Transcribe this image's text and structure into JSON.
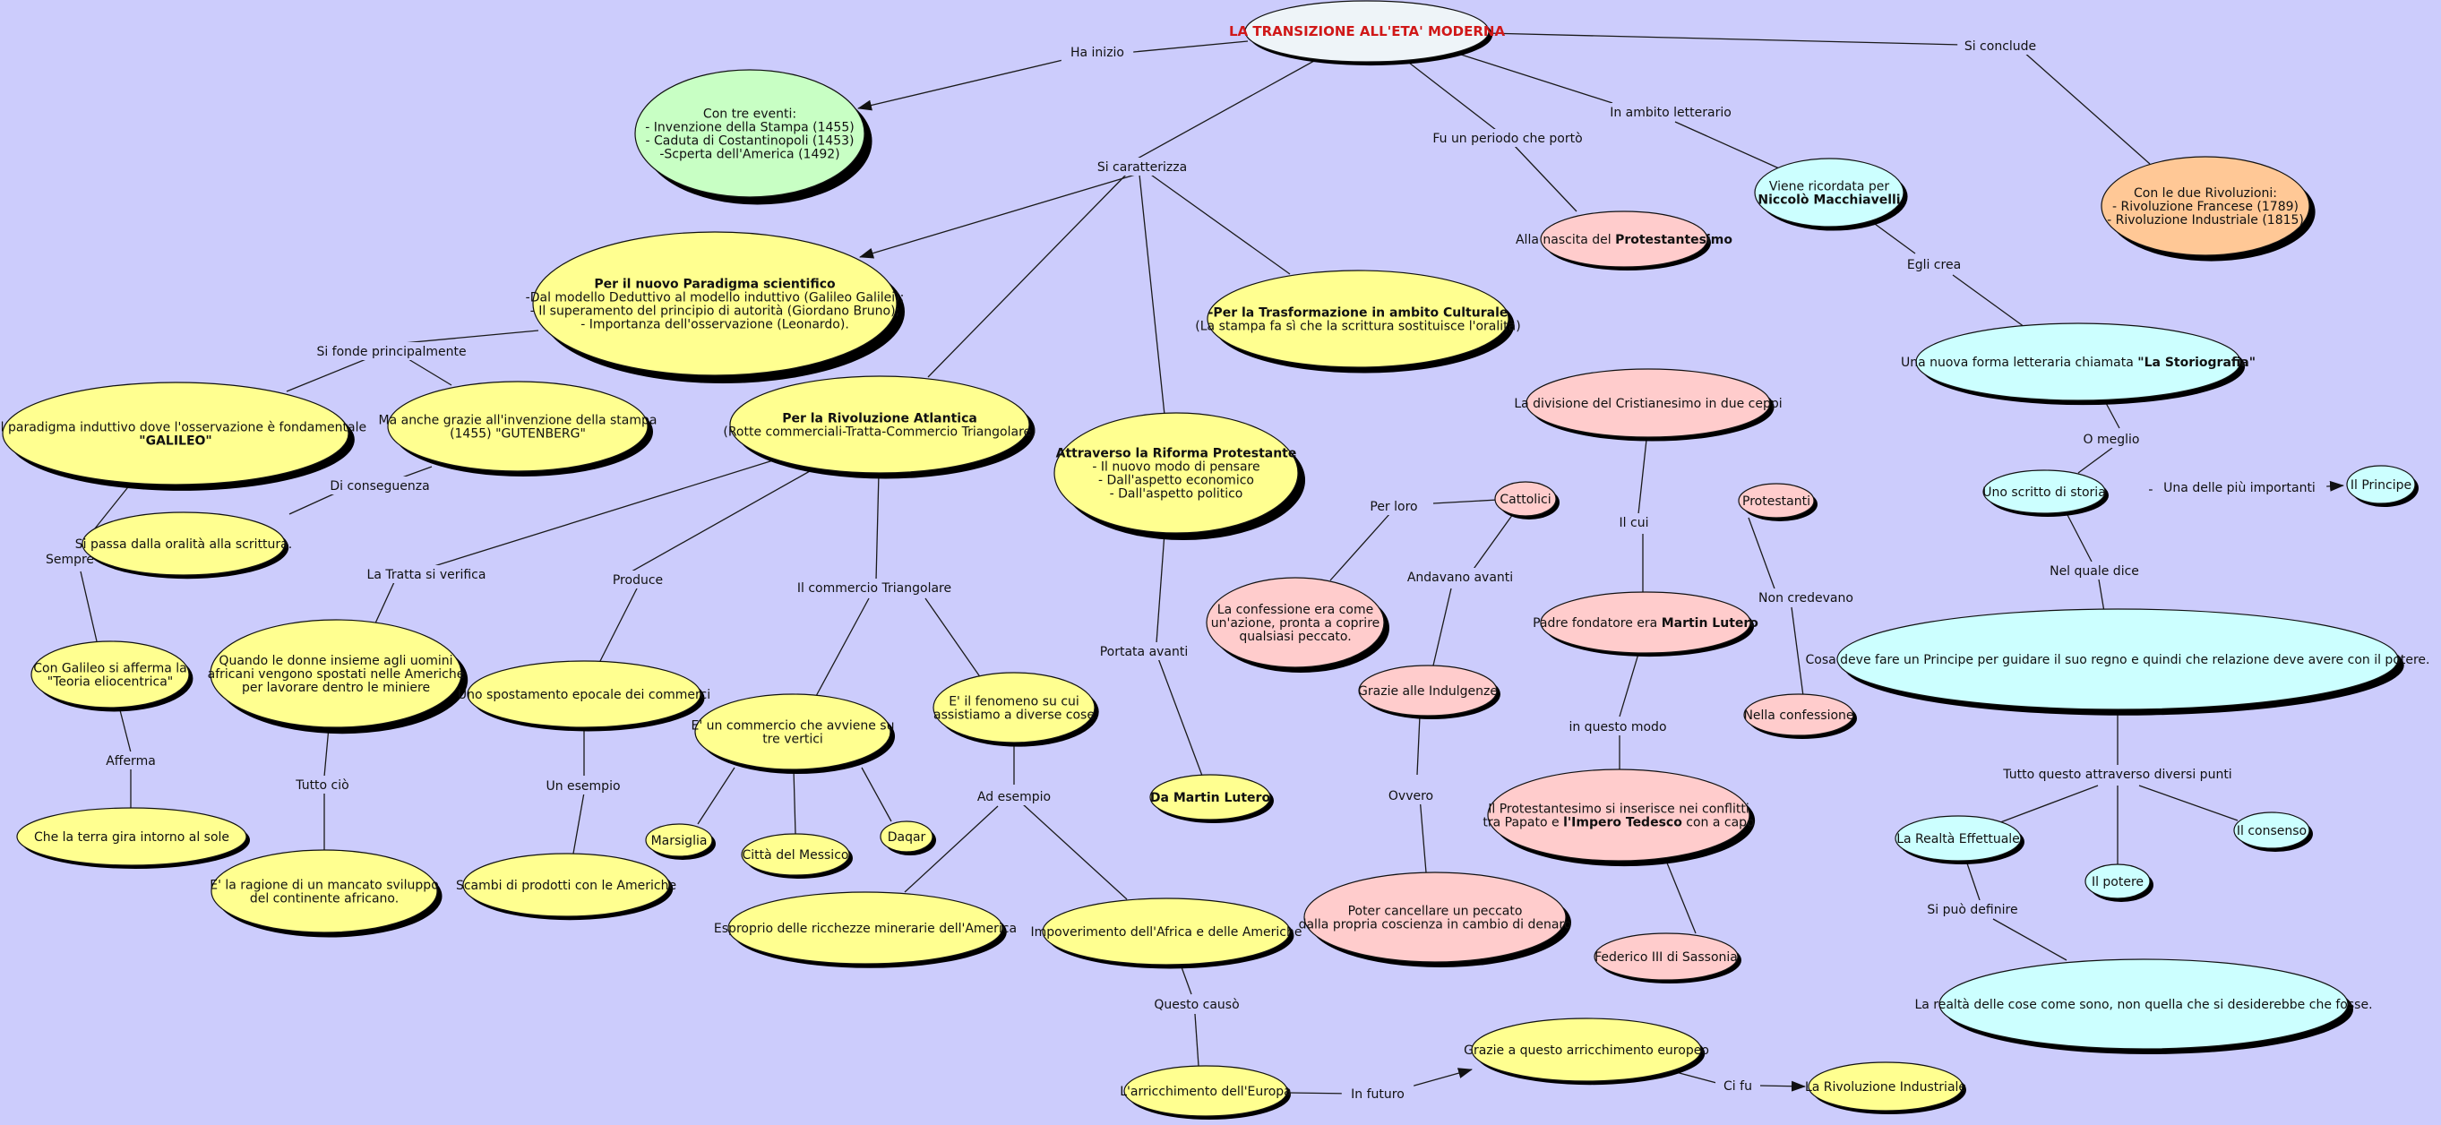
{
  "colors": {
    "background": "#ccccfc",
    "white": "#eef4f8",
    "green": "#c8ffc4",
    "orange": "#ffc896",
    "yellow": "#ffff90",
    "pink": "#ffcccc",
    "cyan": "#ccffff",
    "title": "#d01818"
  },
  "nodes": {
    "title": {
      "color": "white",
      "lines": [
        [
          {
            "t": "LA TRANSIZIONE ALL'ETA' MODERNA",
            "title": true
          }
        ]
      ]
    },
    "tre_eventi": {
      "color": "green",
      "lines": [
        [
          {
            "t": "Con tre eventi:"
          }
        ],
        [
          {
            "t": "- Invenzione della Stampa (1455)"
          }
        ],
        [
          {
            "t": "- Caduta di Costantinopoli (1453)"
          }
        ],
        [
          {
            "t": "-Scperta dell'America (1492)"
          }
        ]
      ]
    },
    "rivoluzioni": {
      "color": "orange",
      "lines": [
        [
          {
            "t": "Con le due Rivoluzioni:"
          }
        ],
        [
          {
            "t": "- Rivoluzione Francese (1789)"
          }
        ],
        [
          {
            "t": "- Rivoluzione Industriale (1815)"
          }
        ]
      ]
    },
    "paradigma": {
      "color": "yellow",
      "lines": [
        [
          {
            "t": "Per il nuovo Paradigma scientifico",
            "b": true
          }
        ],
        [
          {
            "t": "-Dal modello Deduttivo al modello induttivo (Galileo Galilei);"
          }
        ],
        [
          {
            "t": "- Il superamento del principio di autorità (Giordano Bruno);"
          }
        ],
        [
          {
            "t": "- Importanza dell'osservazione (Leonardo)."
          }
        ]
      ]
    },
    "trasformazione": {
      "color": "yellow",
      "lines": [
        [
          {
            "t": "-Per la Trasformazione in ambito Culturale",
            "b": true
          }
        ],
        [
          {
            "t": "(La stampa fa sì che la scrittura sostituisce l'oralità)"
          }
        ]
      ]
    },
    "protestantesimo": {
      "color": "pink",
      "lines": [
        [
          {
            "t": "Alla nascita del "
          },
          {
            "t": "Protestantesimo",
            "b": true
          }
        ]
      ]
    },
    "machiavelli": {
      "color": "cyan",
      "lines": [
        [
          {
            "t": "Viene ricordata per"
          }
        ],
        [
          {
            "t": "Niccolò Macchiavelli",
            "b": true
          }
        ]
      ]
    },
    "storiografia": {
      "color": "cyan",
      "lines": [
        [
          {
            "t": "Una nuova forma letteraria chiamata "
          },
          {
            "t": "\"La Storiografia\"",
            "b": true
          }
        ]
      ]
    },
    "paradigma_induttivo": {
      "color": "yellow",
      "lines": [
        [
          {
            "t": "Sul paradigma induttivo dove l'osservazione è fondamentale"
          }
        ],
        [
          {
            "t": "\"GALILEO\"",
            "b": true
          }
        ]
      ]
    },
    "gutenberg": {
      "color": "yellow",
      "lines": [
        [
          {
            "t": "Ma anche grazie all'invenzione della stampa"
          }
        ],
        [
          {
            "t": "(1455) \"GUTENBERG\""
          }
        ]
      ]
    },
    "atlantica": {
      "color": "yellow",
      "lines": [
        [
          {
            "t": "Per la Rivoluzione Atlantica",
            "b": true
          }
        ],
        [
          {
            "t": "(Rotte commerciali-Tratta-Commercio Triangolare)"
          }
        ]
      ]
    },
    "riforma": {
      "color": "yellow",
      "lines": [
        [
          {
            "t": "Attraverso la Riforma Protestante",
            "b": true
          }
        ],
        [
          {
            "t": "- Il nuovo modo di pensare"
          }
        ],
        [
          {
            "t": "- Dall'aspetto economico"
          }
        ],
        [
          {
            "t": "- Dall'aspetto politico"
          }
        ]
      ]
    },
    "divisione": {
      "color": "pink",
      "lines": [
        [
          {
            "t": "La divisione del Cristianesimo in due ceppi"
          }
        ]
      ]
    },
    "oralita": {
      "color": "yellow",
      "lines": [
        [
          {
            "t": "Si passa dalla oralità alla scrittura."
          }
        ]
      ]
    },
    "cattolici": {
      "color": "pink",
      "lines": [
        [
          {
            "t": "Cattolici"
          }
        ]
      ]
    },
    "protestanti": {
      "color": "pink",
      "lines": [
        [
          {
            "t": "Protestanti"
          }
        ]
      ]
    },
    "scritto_storia": {
      "color": "cyan",
      "lines": [
        [
          {
            "t": "Uno scritto di storia"
          }
        ]
      ]
    },
    "principe": {
      "color": "cyan",
      "lines": [
        [
          {
            "t": "Il Principe"
          }
        ]
      ]
    },
    "eliocentrica": {
      "color": "yellow",
      "lines": [
        [
          {
            "t": "Con Galileo si afferma la"
          }
        ],
        [
          {
            "t": "\"Teoria eliocentrica\""
          }
        ]
      ]
    },
    "donne": {
      "color": "yellow",
      "lines": [
        [
          {
            "t": "Quando le donne insieme agli uomini"
          }
        ],
        [
          {
            "t": "africani vengono spostati nelle Americhe"
          }
        ],
        [
          {
            "t": "per lavorare dentro le miniere"
          }
        ]
      ]
    },
    "spostamento": {
      "color": "yellow",
      "lines": [
        [
          {
            "t": "Uno spostamento epocale dei commerci"
          }
        ]
      ]
    },
    "confessione_azione": {
      "color": "pink",
      "lines": [
        [
          {
            "t": "La confessione era come"
          }
        ],
        [
          {
            "t": "un'azione, pronta a coprire"
          }
        ],
        [
          {
            "t": "qualsiasi peccato."
          }
        ]
      ]
    },
    "fondatore": {
      "color": "pink",
      "lines": [
        [
          {
            "t": "Padre fondatore era "
          },
          {
            "t": "Martin Lutero",
            "b": true
          }
        ]
      ]
    },
    "cosa_deve": {
      "color": "cyan",
      "lines": [
        [
          {
            "t": "Cosa deve fare un Principe per guidare il suo regno e quindi che relazione deve avere con il potere."
          }
        ]
      ]
    },
    "indulgenze": {
      "color": "pink",
      "lines": [
        [
          {
            "t": "Grazie alle Indulgenze"
          }
        ]
      ]
    },
    "fenomeno": {
      "color": "yellow",
      "lines": [
        [
          {
            "t": "E' il fenomeno su cui"
          }
        ],
        [
          {
            "t": "assistiamo a diverse cose"
          }
        ]
      ]
    },
    "tre_vertici": {
      "color": "yellow",
      "lines": [
        [
          {
            "t": "E' un commercio che avviene su"
          }
        ],
        [
          {
            "t": "tre vertici"
          }
        ]
      ]
    },
    "nella_confessione": {
      "color": "pink",
      "lines": [
        [
          {
            "t": "Nella confessione"
          }
        ]
      ]
    },
    "da_lutero": {
      "color": "yellow",
      "lines": [
        [
          {
            "t": "Da Martin Lutero",
            "b": true
          }
        ]
      ]
    },
    "terra_sole": {
      "color": "yellow",
      "lines": [
        [
          {
            "t": "Che la terra gira intorno al sole"
          }
        ]
      ]
    },
    "realta_effettuale": {
      "color": "cyan",
      "lines": [
        [
          {
            "t": "La Realtà Effettuale"
          }
        ]
      ]
    },
    "consenso": {
      "color": "cyan",
      "lines": [
        [
          {
            "t": "Il consenso"
          }
        ]
      ]
    },
    "protestantesimo_conflitti": {
      "color": "pink",
      "lines": [
        [
          {
            "t": "Il Protestantesimo si inserisce nei conflitti"
          }
        ],
        [
          {
            "t": "tra Papato e "
          },
          {
            "t": "l'Impero Tedesco",
            "b": true
          },
          {
            "t": " con a capo"
          }
        ]
      ]
    },
    "marsiglia": {
      "color": "yellow",
      "lines": [
        [
          {
            "t": "Marsiglia"
          }
        ]
      ]
    },
    "dagar": {
      "color": "yellow",
      "lines": [
        [
          {
            "t": "Daqar"
          }
        ]
      ]
    },
    "messico": {
      "color": "yellow",
      "lines": [
        [
          {
            "t": "Città del Messico"
          }
        ]
      ]
    },
    "potere": {
      "color": "cyan",
      "lines": [
        [
          {
            "t": "Il potere"
          }
        ]
      ]
    },
    "sviluppo": {
      "color": "yellow",
      "lines": [
        [
          {
            "t": "E' la ragione di un mancato sviluppo"
          }
        ],
        [
          {
            "t": "del continente africano."
          }
        ]
      ]
    },
    "scambi": {
      "color": "yellow",
      "lines": [
        [
          {
            "t": "Scambi di prodotti con le Americhe"
          }
        ]
      ]
    },
    "cancellare": {
      "color": "pink",
      "lines": [
        [
          {
            "t": "Poter cancellare un peccato"
          }
        ],
        [
          {
            "t": "dalla propria coscienza in cambio di denaro"
          }
        ]
      ]
    },
    "esproprio": {
      "color": "yellow",
      "lines": [
        [
          {
            "t": "Esproprio delle ricchezze minerarie dell'America"
          }
        ]
      ]
    },
    "impoverimento": {
      "color": "yellow",
      "lines": [
        [
          {
            "t": "Impoverimento dell'Africa e delle Americhe"
          }
        ]
      ]
    },
    "federico": {
      "color": "pink",
      "lines": [
        [
          {
            "t": "Federico III di Sassonia"
          }
        ]
      ]
    },
    "realta_cose": {
      "color": "cyan",
      "lines": [
        [
          {
            "t": "La realtà delle cose come sono, non quella che si desiderebbe che fosse."
          }
        ]
      ]
    },
    "arricchimento_europeo": {
      "color": "yellow",
      "lines": [
        [
          {
            "t": "Grazie a questo arricchimento europeo"
          }
        ]
      ]
    },
    "rivoluzione_industriale": {
      "color": "yellow",
      "lines": [
        [
          {
            "t": "La Rivoluzione Industriale"
          }
        ]
      ]
    },
    "arricchimento_europa": {
      "color": "yellow",
      "lines": [
        [
          {
            "t": "L'arricchimento dell'Europa"
          }
        ]
      ]
    }
  },
  "links": {
    "ha_inizio": "Ha inizio",
    "si_conclude": "Si conclude",
    "si_caratterizza": "Si caratterizza",
    "fu_periodo": "Fu un periodo che portò",
    "ambito_letterario": "In ambito letterario",
    "egli_crea": "Egli crea",
    "si_fonde": "Si fonde principalmente",
    "di_conseguenza": "Di conseguenza",
    "o_meglio": "O meglio",
    "una_delle": "Una delle più importanti",
    "per_loro": "Per loro",
    "il_cui": "Il cui",
    "sempre": "Sempre",
    "tratta": "La Tratta si verifica",
    "produce": "Produce",
    "commercio_triangolare": "Il commercio Triangolare",
    "nel_quale": "Nel quale dice",
    "andavano": "Andavano avanti",
    "non_credevano": "Non credevano",
    "portata_avanti": "Portata avanti",
    "in_questo_modo": "in questo modo",
    "afferma": "Afferma",
    "tutto_attraverso": "Tutto questo attraverso diversi punti",
    "tutto_cio": "Tutto ciò",
    "un_esempio": "Un esempio",
    "ovvero": "Ovvero",
    "ad_esempio": "Ad esempio",
    "si_puo": "Si può definire",
    "questo_causo": "Questo causò",
    "in_futuro": "In futuro",
    "ci_fu": "Ci fu"
  }
}
